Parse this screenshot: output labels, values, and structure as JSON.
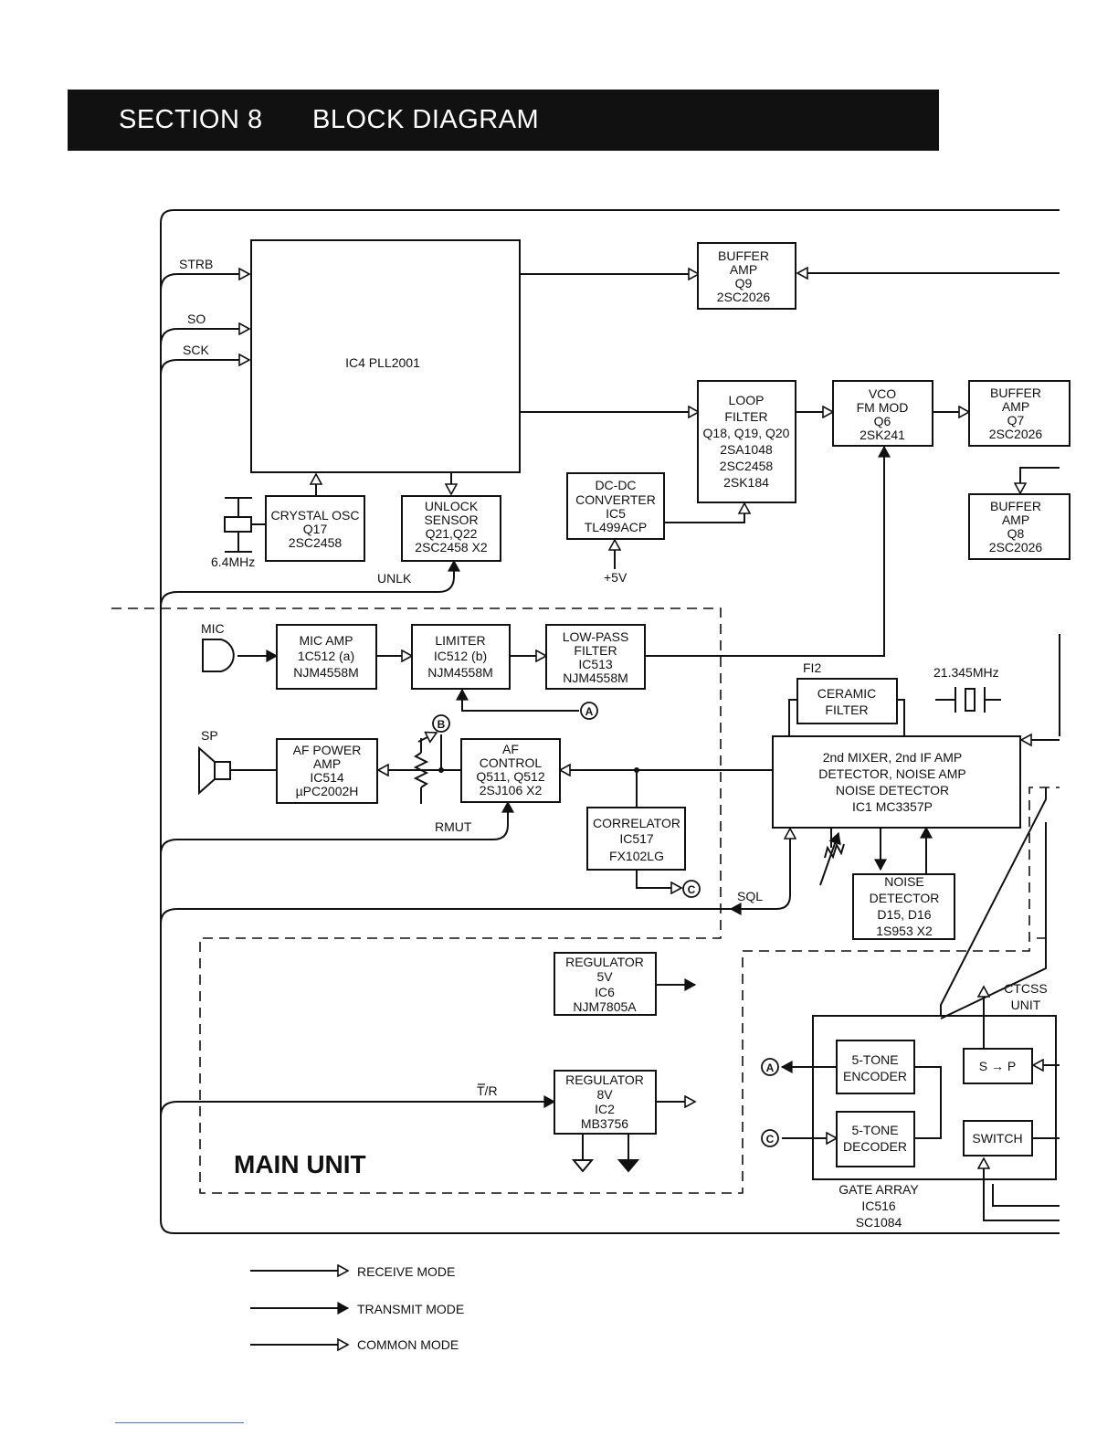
{
  "header": {
    "section": "SECTION 8",
    "title": "BLOCK DIAGRAM"
  },
  "signals": {
    "strb": "STRB",
    "so": "SO",
    "sck": "SCK",
    "unlk": "UNLK",
    "rmut": "RMUT",
    "sql": "SQL",
    "tr": "T/R",
    "mic": "MIC",
    "sp": "SP",
    "fi2": "FI2",
    "xtal2": "21.345MHz",
    "xtal1": "6.4MHz",
    "plus5v": "+5V"
  },
  "blocks": {
    "pll": [
      "IC4 PLL2001"
    ],
    "buf_q9": [
      "BUFFER",
      "AMP",
      "Q9",
      "2SC2026"
    ],
    "loop_filter": [
      "LOOP",
      "FILTER",
      "Q18, Q19, Q20",
      "2SA1048",
      "2SC2458",
      "2SK184"
    ],
    "vco": [
      "VCO",
      "FM MOD",
      "Q6",
      "2SK241"
    ],
    "buf_q7": [
      "BUFFER",
      "AMP",
      "Q7",
      "2SC2026"
    ],
    "buf_q8": [
      "BUFFER",
      "AMP",
      "Q8",
      "2SC2026"
    ],
    "dcdc": [
      "DC-DC",
      "CONVERTER",
      "IC5",
      "TL499ACP"
    ],
    "crystal_osc": [
      "CRYSTAL OSC",
      "Q17",
      "2SC2458"
    ],
    "unlock": [
      "UNLOCK",
      "SENSOR",
      "Q21,Q22",
      "2SC2458 X2"
    ],
    "mic_amp": [
      "MIC AMP",
      "1C512 (a)",
      "NJM4558M"
    ],
    "limiter": [
      "LIMITER",
      "IC512 (b)",
      "NJM4558M"
    ],
    "lpf": [
      "LOW-PASS",
      "FILTER",
      "IC513",
      "NJM4558M"
    ],
    "af_power": [
      "AF POWER",
      "AMP",
      "IC514",
      "µPC2002H"
    ],
    "af_control": [
      "AF",
      "CONTROL",
      "Q511, Q512",
      "2SJ106 X2"
    ],
    "correlator": [
      "CORRELATOR",
      "IC517",
      "FX102LG"
    ],
    "ceramic": [
      "CERAMIC",
      "FILTER"
    ],
    "mixer": [
      "2nd MIXER, 2nd IF AMP",
      "DETECTOR, NOISE AMP",
      "NOISE DETECTOR",
      "IC1 MC3357P"
    ],
    "noise_det": [
      "NOISE",
      "DETECTOR",
      "D15, D16",
      "1S953 X2"
    ],
    "reg5": [
      "REGULATOR",
      "5V",
      "IC6",
      "NJM7805A"
    ],
    "reg8": [
      "REGULATOR",
      "8V",
      "IC2",
      "MB3756"
    ],
    "enc": [
      "5-TONE",
      "ENCODER"
    ],
    "dec": [
      "5-TONE",
      "DECODER"
    ],
    "stop": [
      "S → P"
    ],
    "switch": [
      "SWITCH"
    ],
    "ctcss": [
      "CTCSS",
      "UNIT"
    ],
    "gate_array": [
      "GATE ARRAY",
      "IC516",
      "SC1084"
    ]
  },
  "markers": {
    "a": "A",
    "b": "B",
    "c": "C"
  },
  "unit_label": "MAIN UNIT",
  "legend": [
    "RECEIVE MODE",
    "TRANSMIT MODE",
    "COMMON MODE"
  ]
}
